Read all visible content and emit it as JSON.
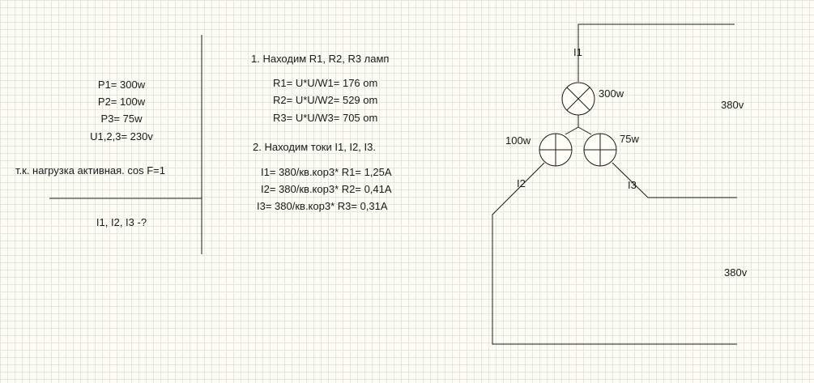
{
  "given": {
    "p1": "P1= 300w",
    "p2": "P2= 100w",
    "p3": "P3= 75w",
    "u": "U1,2,3= 230v",
    "note": "т.к. нагрузка активная. cos F=1",
    "find": "I1, I2, I3 -?"
  },
  "solution": {
    "step1": "1. Находим R1, R2, R3 ламп",
    "r1": "R1= U*U/W1= 176 om",
    "r2": "R2= U*U/W2= 529 om",
    "r3": "R3= U*U/W3= 705 om",
    "step2": "2. Находим токи I1, I2, I3.",
    "i1": "I1= 380/кв.кор3* R1= 1,25A",
    "i2": "I2= 380/кв.кор3* R2= 0,41A",
    "i3": "I3= 380/кв.кор3* R3= 0,31A"
  },
  "circuit": {
    "label_i1": "I1",
    "label_i2": "I2",
    "label_i3": "I3",
    "lamp1_label": "300w",
    "lamp2_label": "100w",
    "lamp3_label": "75w",
    "voltage_top": "380v",
    "voltage_bottom": "380v"
  }
}
